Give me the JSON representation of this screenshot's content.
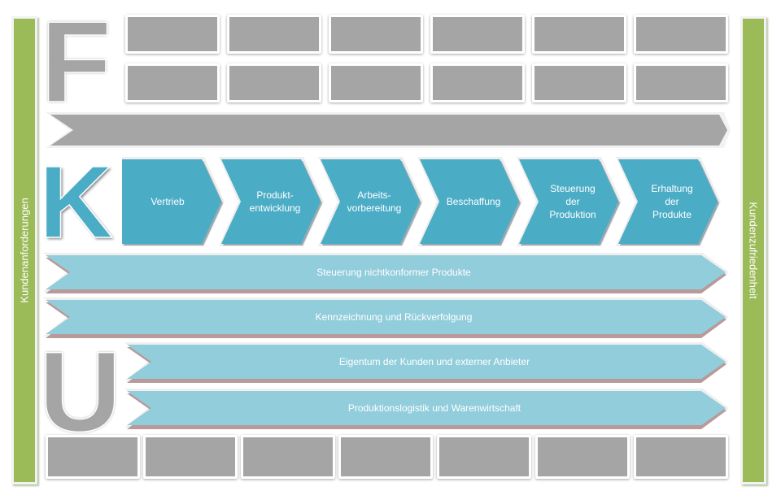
{
  "sidebars": {
    "left": {
      "label": "Kundenanforderungen",
      "color": "#9bbb59"
    },
    "right": {
      "label": "Kundenzufriedenheit",
      "color": "#9bbb59"
    }
  },
  "letters": {
    "f": "F",
    "k": "K",
    "u": "U"
  },
  "colors": {
    "grey": "#a5a5a5",
    "process_blue": "#4bacc6",
    "support_blue": "#92cddc",
    "shadow_rose": "#b89a9a"
  },
  "top_grid": {
    "rows": 2,
    "columns": 6,
    "boxes": [
      "",
      "",
      "",
      "",
      "",
      "",
      "",
      "",
      "",
      "",
      "",
      ""
    ]
  },
  "f_arrow": {
    "label": ""
  },
  "process_steps": [
    {
      "label": "Vertrieb"
    },
    {
      "label": "Produkt-\nentwicklung"
    },
    {
      "label": "Arbeits-\nvorbereitung"
    },
    {
      "label": "Beschaffung"
    },
    {
      "label": "Steuerung\nder\nProduktion"
    },
    {
      "label": "Erhaltung\nder\nProdukte"
    }
  ],
  "support_bands": [
    {
      "label": "Steuerung nichtkonformer Produkte"
    },
    {
      "label": "Kennzeichnung und Rückverfolgung"
    },
    {
      "label": "Eigentum der Kunden und externer Anbieter"
    },
    {
      "label": "Produktionslogistik und Warenwirtschaft"
    }
  ],
  "bottom_grid": {
    "columns": 7,
    "boxes": [
      "",
      "",
      "",
      "",
      "",
      "",
      ""
    ]
  }
}
